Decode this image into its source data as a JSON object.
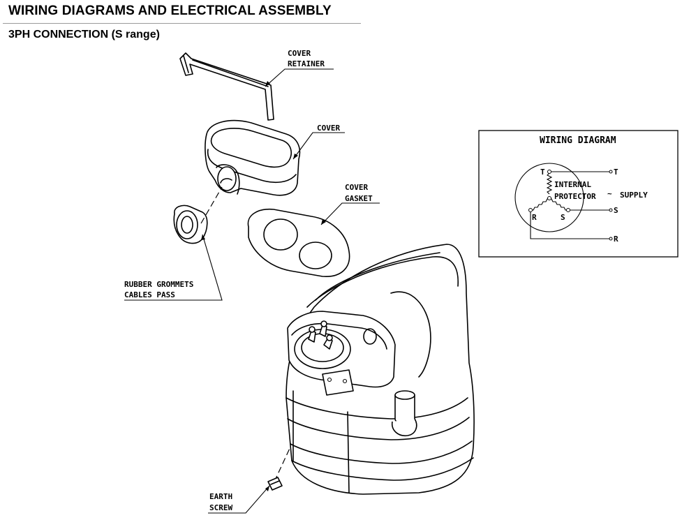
{
  "header": {
    "title": "WIRING DIAGRAMS AND ELECTRICAL ASSEMBLY",
    "subtitle": "3PH CONNECTION (S range)"
  },
  "callouts": {
    "cover_retainer": [
      "COVER",
      "RETAINER"
    ],
    "cover": "COVER",
    "cover_gasket": [
      "COVER",
      "GASKET"
    ],
    "rubber_grommets": [
      "RUBBER GROMMETS",
      "CABLES PASS"
    ],
    "earth_screw": [
      "EARTH",
      "SCREW"
    ]
  },
  "wiring_diagram": {
    "title": "WIRING DIAGRAM",
    "protector_label": [
      "INTERNAL",
      "PROTECTOR"
    ],
    "supply_label": "SUPPLY",
    "supply_symbol": "~",
    "winding_terminals": [
      "T",
      "R",
      "S"
    ],
    "supply_terminals": [
      "T",
      "S",
      "R"
    ]
  }
}
